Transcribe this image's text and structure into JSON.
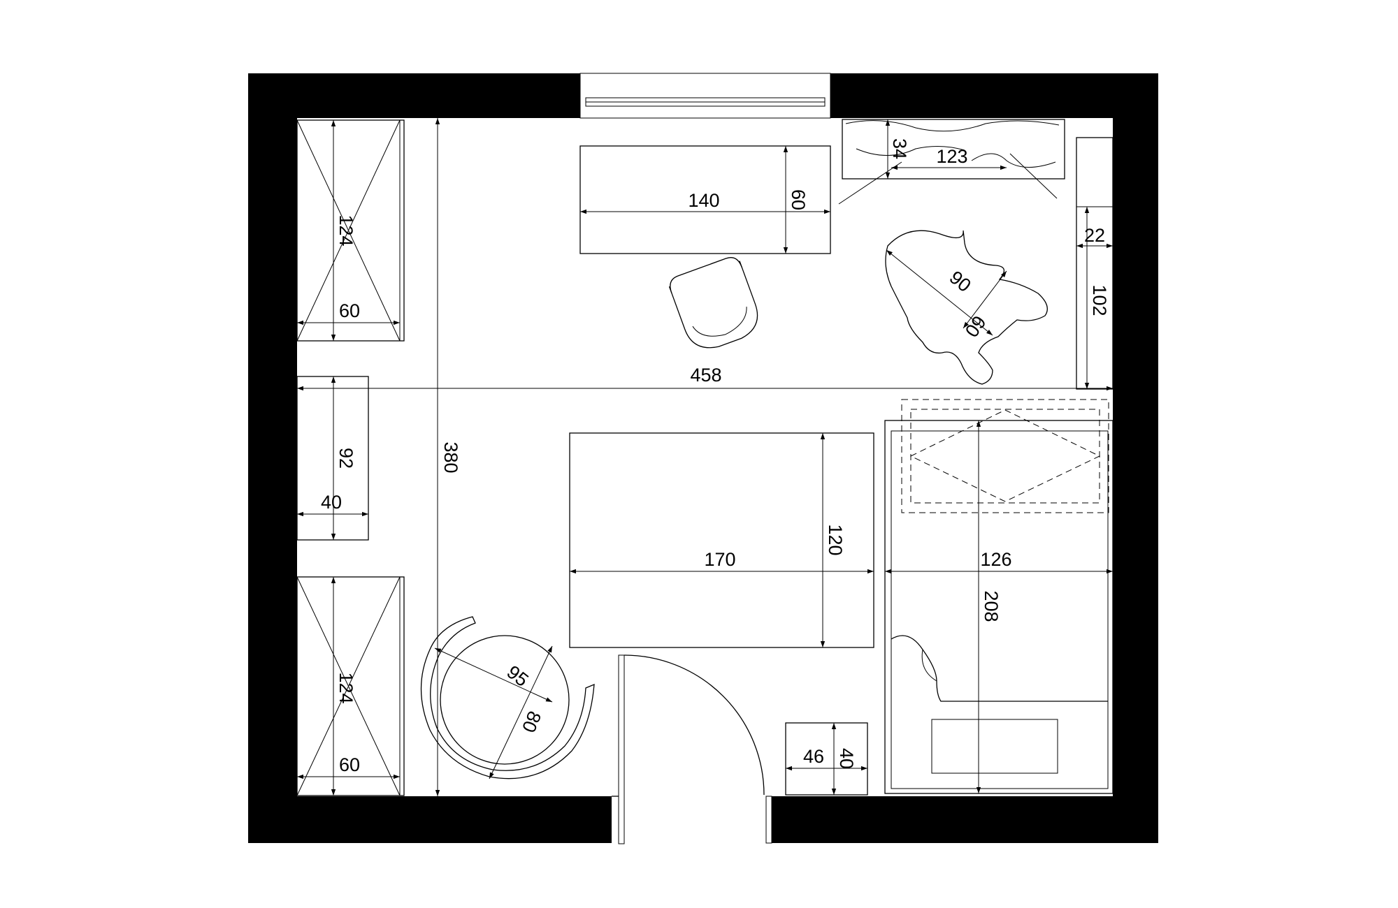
{
  "dimensions": {
    "room_width": "458",
    "room_depth": "380",
    "wardrobe_top_depth": "124",
    "wardrobe_top_width": "60",
    "shelf_depth": "92",
    "shelf_width": "40",
    "wardrobe_bottom_depth": "124",
    "wardrobe_bottom_width": "60",
    "desk_width": "140",
    "desk_depth": "60",
    "radiator_depth": "34",
    "radiator_width": "123",
    "pouf_length": "90",
    "pouf_width": "60",
    "side_cabinet_depth": "22",
    "side_cabinet_width": "102",
    "rug_width": "170",
    "rug_depth": "120",
    "bed_width": "126",
    "bed_length": "208",
    "round_chair_width": "95",
    "round_chair_depth": "80",
    "nightstand_width": "46",
    "nightstand_depth": "40"
  }
}
